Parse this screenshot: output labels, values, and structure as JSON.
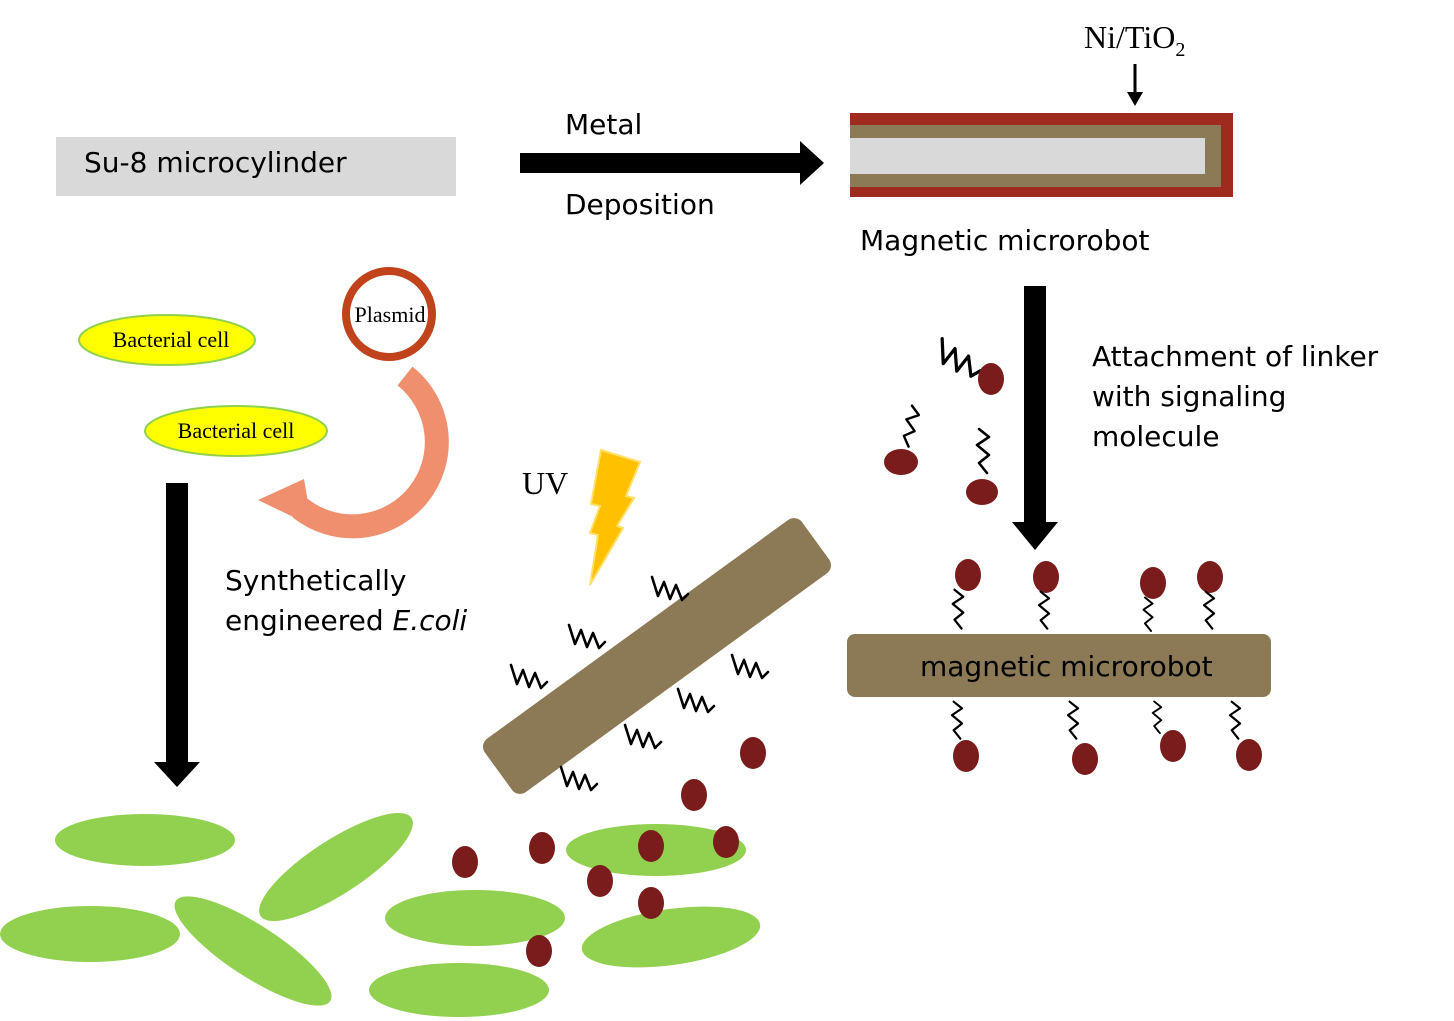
{
  "labels": {
    "su8": "Su-8 microcylinder",
    "metal": "Metal",
    "deposition": "Deposition",
    "ni_tio_main": "Ni/TiO",
    "ni_tio_sub": "2",
    "magnetic_microrobot_caption": "Magnetic microrobot",
    "attachment_line1": "Attachment of linker",
    "attachment_line2": "with signaling",
    "attachment_line3": "molecule",
    "plasmid": "Plasmid",
    "bacterial_cell_1": "Bacterial cell",
    "bacterial_cell_2": "Bacterial cell",
    "uv": "UV",
    "synthetic_line1": "Synthetically",
    "synthetic_line2_plain": "engineered ",
    "synthetic_line2_italic": "E.coli",
    "microrobot_bar_label": "magnetic microrobot"
  },
  "colors": {
    "su8_fill": "#d9d9d9",
    "robot_brown": "#8b7a55",
    "nickel_red": "#9e2b1e",
    "molecule": "#7b1c1c",
    "cell_yellow": "#ffff00",
    "cell_border": "#92d050",
    "plasmid_ring": "#c0431b",
    "recycle_arrow": "#ef8f6e",
    "ecoli_green": "#92d050",
    "lightning": "#ffc000"
  },
  "icons": [
    "lightning-bolt-icon",
    "curved-arrow-icon",
    "plasmid-ring-icon"
  ]
}
